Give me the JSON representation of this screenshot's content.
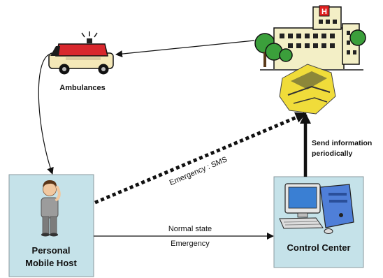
{
  "nodes": {
    "ambulances": {
      "label": "Ambulances"
    },
    "personal_mobile_host": {
      "label_line1": "Personal",
      "label_line2": "Mobile Host"
    },
    "control_center": {
      "label": "Control Center"
    },
    "hospital": {
      "sign": "H"
    }
  },
  "edges": {
    "emergency_sms": {
      "label": "Emergency : SMS"
    },
    "host_to_center": {
      "label_top": "Normal state",
      "label_bottom": "Emergency"
    },
    "center_to_hospital": {
      "label_line1": "Send information",
      "label_line2": "periodically"
    }
  },
  "colors": {
    "box_fill": "#c5e2e9",
    "box_stroke": "#8a9a9e",
    "ambulance_red": "#d8272d",
    "ambulance_body": "#f4e8b8",
    "hospital_wall": "#f3efc6",
    "hospital_sign": "#e0201f",
    "tree_green": "#3b9f3b",
    "phone_yellow": "#f0dc3a",
    "screen_blue": "#3a7fd3",
    "tower_blue": "#4f7fd8"
  }
}
